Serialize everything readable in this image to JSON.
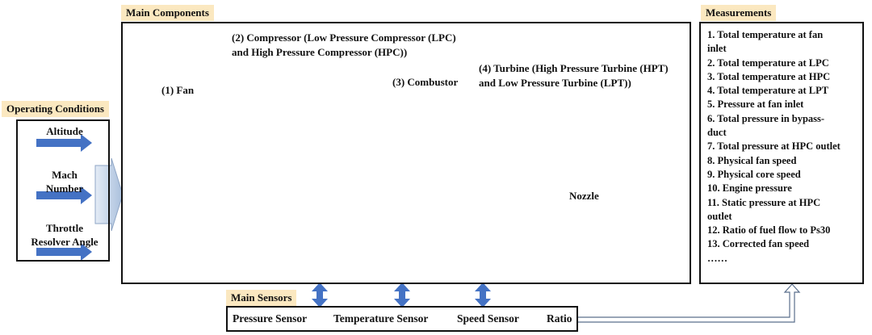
{
  "main_components": {
    "title": "Main Components",
    "fan_label": "(1) Fan",
    "compressor_label_line1": "(2) Compressor (Low Pressure Compressor (LPC)",
    "compressor_label_line2": "and High Pressure Compressor (HPC))",
    "combustor_label": "(3) Combustor",
    "turbine_label_line1": "(4) Turbine (High Pressure Turbine (HPT)",
    "turbine_label_line2": "and Low Pressure Turbine (LPT))",
    "nozzle_label": "Nozzle"
  },
  "operating_conditions": {
    "title": "Operating Conditions",
    "items": [
      {
        "line1": "Altitude",
        "line2": ""
      },
      {
        "line1": "Mach",
        "line2": "Number"
      },
      {
        "line1": "Throttle",
        "line2": "Resolver Angle"
      }
    ]
  },
  "measurements": {
    "title": "Measurements",
    "items": [
      "1. Total temperature at fan",
      "inlet",
      "2. Total temperature at LPC",
      "3. Total temperature at HPC",
      "4. Total temperature at LPT",
      "5. Pressure at fan inlet",
      "6. Total pressure in bypass-",
      "duct",
      "7. Total pressure at HPC outlet",
      "8. Physical fan speed",
      "9. Physical core speed",
      "10. Engine pressure",
      "11. Static pressure at HPC",
      "outlet",
      "12. Ratio of fuel flow to Ps30",
      "13. Corrected fan speed",
      "……"
    ]
  },
  "main_sensors": {
    "title": "Main Sensors",
    "items": [
      "Pressure Sensor",
      "Temperature Sensor",
      "Speed Sensor",
      "Ratio"
    ]
  },
  "colors": {
    "tag_bg": "#fbe8c0",
    "arrow_blue": "#4472c4",
    "marker_orange": "#e87d2e",
    "engine_blue": "#2a7fc0",
    "engine_red": "#e8452a",
    "casing_green": "#7cc46a"
  }
}
